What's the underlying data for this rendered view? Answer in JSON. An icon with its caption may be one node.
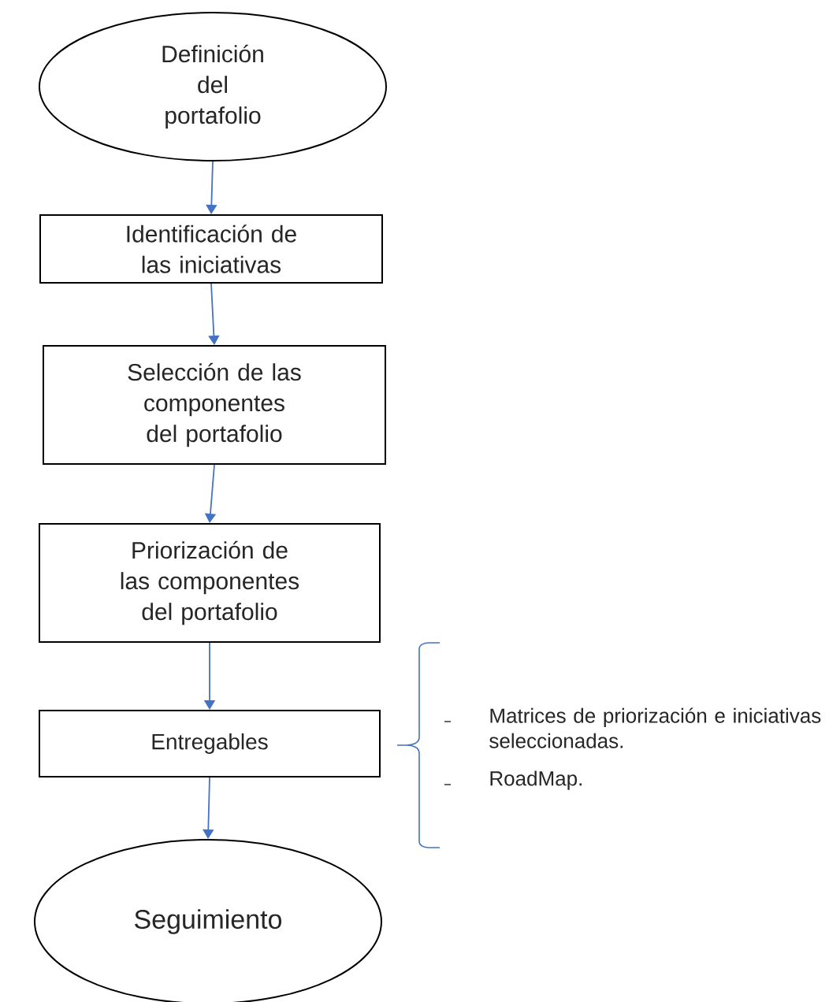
{
  "diagram": {
    "nodes": [
      {
        "text": [
          "Definición del portafolio"
        ]
      },
      {
        "text": [
          "Identificación de las iniciativas"
        ]
      },
      {
        "text": [
          "Selección de las componentes del portafolio"
        ]
      },
      {
        "text": [
          "Priorización de las componentes del portafolio"
        ]
      },
      {
        "text": [
          "Entregables"
        ]
      },
      {
        "text": [
          "Seguimiento"
        ]
      }
    ],
    "edges": [
      {
        "from": 0,
        "to": 1,
        "arrow": "to"
      },
      {
        "from": 1,
        "to": 2,
        "arrow": "to"
      },
      {
        "from": 2,
        "to": 3,
        "arrow": "to"
      },
      {
        "from": 3,
        "to": 4,
        "arrow": "to"
      },
      {
        "from": 4,
        "to": 5,
        "arrow": "to"
      }
    ],
    "labels": [
      "Matrices de priorización e iniciativas seleccionadas.",
      "RoadMap."
    ]
  }
}
